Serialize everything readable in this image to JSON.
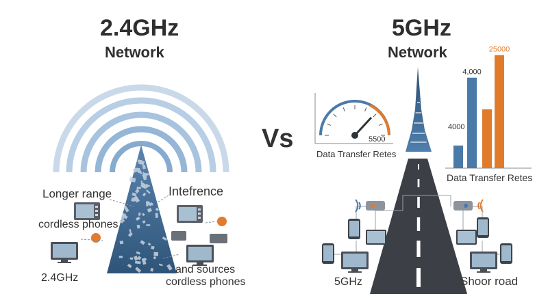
{
  "left": {
    "title": "2.4GHz",
    "subtitle": "Network",
    "label_range": "Longer range",
    "label_phones": "cordless phones",
    "label_bottom": "2.4GHz",
    "label_interference": "Intefrence",
    "label_sources": "and sources",
    "label_sources_phones": "cordless phones"
  },
  "center": {
    "vs": "Vs"
  },
  "right": {
    "title": "5GHz",
    "subtitle": "Network",
    "gauge": {
      "value_label": "5500",
      "caption": "Data Transfer Retes"
    },
    "label_5ghz": "5GHz",
    "label_road": "Shoor road"
  },
  "chart_data": {
    "type": "bar",
    "caption": "Data Transfer Retes",
    "bars": [
      {
        "value": 1000,
        "color": "#4a7aa8"
      },
      {
        "value": 4000,
        "color": "#4a7aa8",
        "label": "4,000"
      },
      {
        "value": 2600,
        "color": "#e07b2c"
      },
      {
        "value": 5000,
        "color": "#e07b2c",
        "label": "25000"
      }
    ],
    "side_label": "4000",
    "ylim": [
      0,
      5200
    ]
  },
  "colors": {
    "wave": "#8fb3d3",
    "tower": "#3d6590",
    "road": "#3c3f45",
    "orange": "#e07b2c",
    "blue": "#4a7aa8"
  }
}
